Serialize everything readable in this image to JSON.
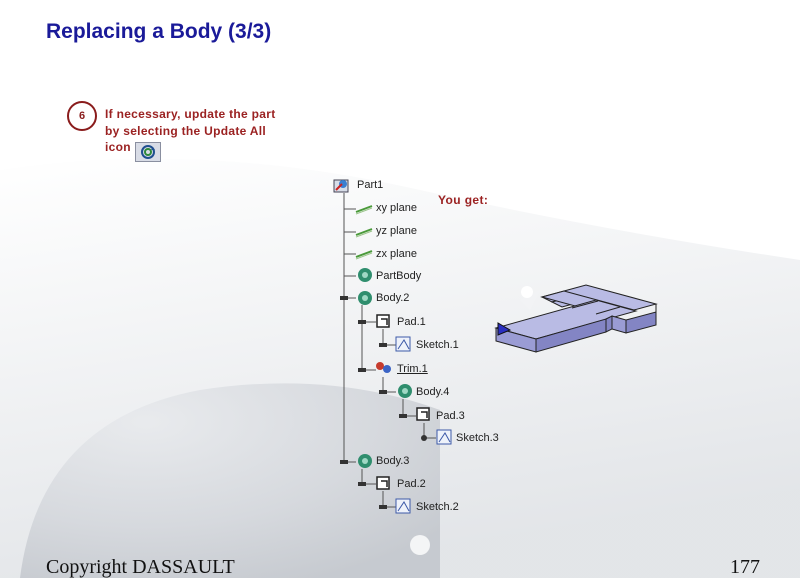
{
  "slide": {
    "title": "Replacing a Body (3/3)",
    "step": {
      "number": "6",
      "lines": [
        "If necessary, update the part",
        "by selecting the Update All",
        "icon"
      ]
    },
    "result_label": "You get:",
    "footer": {
      "copyright": "Copyright DASSAULT",
      "page_number": "177"
    }
  },
  "tree": {
    "nodes": [
      {
        "label": "Part1",
        "icon": "part-icon"
      },
      {
        "label": "xy plane",
        "icon": "plane-icon"
      },
      {
        "label": "yz plane",
        "icon": "plane-icon"
      },
      {
        "label": "zx plane",
        "icon": "plane-icon"
      },
      {
        "label": "PartBody",
        "icon": "body-icon"
      },
      {
        "label": "Body.2",
        "icon": "body-icon"
      },
      {
        "label": "Pad.1",
        "icon": "pad-icon"
      },
      {
        "label": "Sketch.1",
        "icon": "sketch-icon"
      },
      {
        "label": "Trim.1",
        "icon": "trim-icon"
      },
      {
        "label": "Body.4",
        "icon": "body-icon"
      },
      {
        "label": "Pad.3",
        "icon": "pad-icon"
      },
      {
        "label": "Sketch.3",
        "icon": "sketch-icon"
      },
      {
        "label": "Body.3",
        "icon": "body-icon"
      },
      {
        "label": "Pad.2",
        "icon": "pad-icon"
      },
      {
        "label": "Sketch.2",
        "icon": "sketch-icon"
      }
    ]
  },
  "colors": {
    "title": "#1a1a99",
    "step_text": "#9b2222",
    "model_top": "#b9bbe4",
    "model_side": "#8385c4"
  }
}
